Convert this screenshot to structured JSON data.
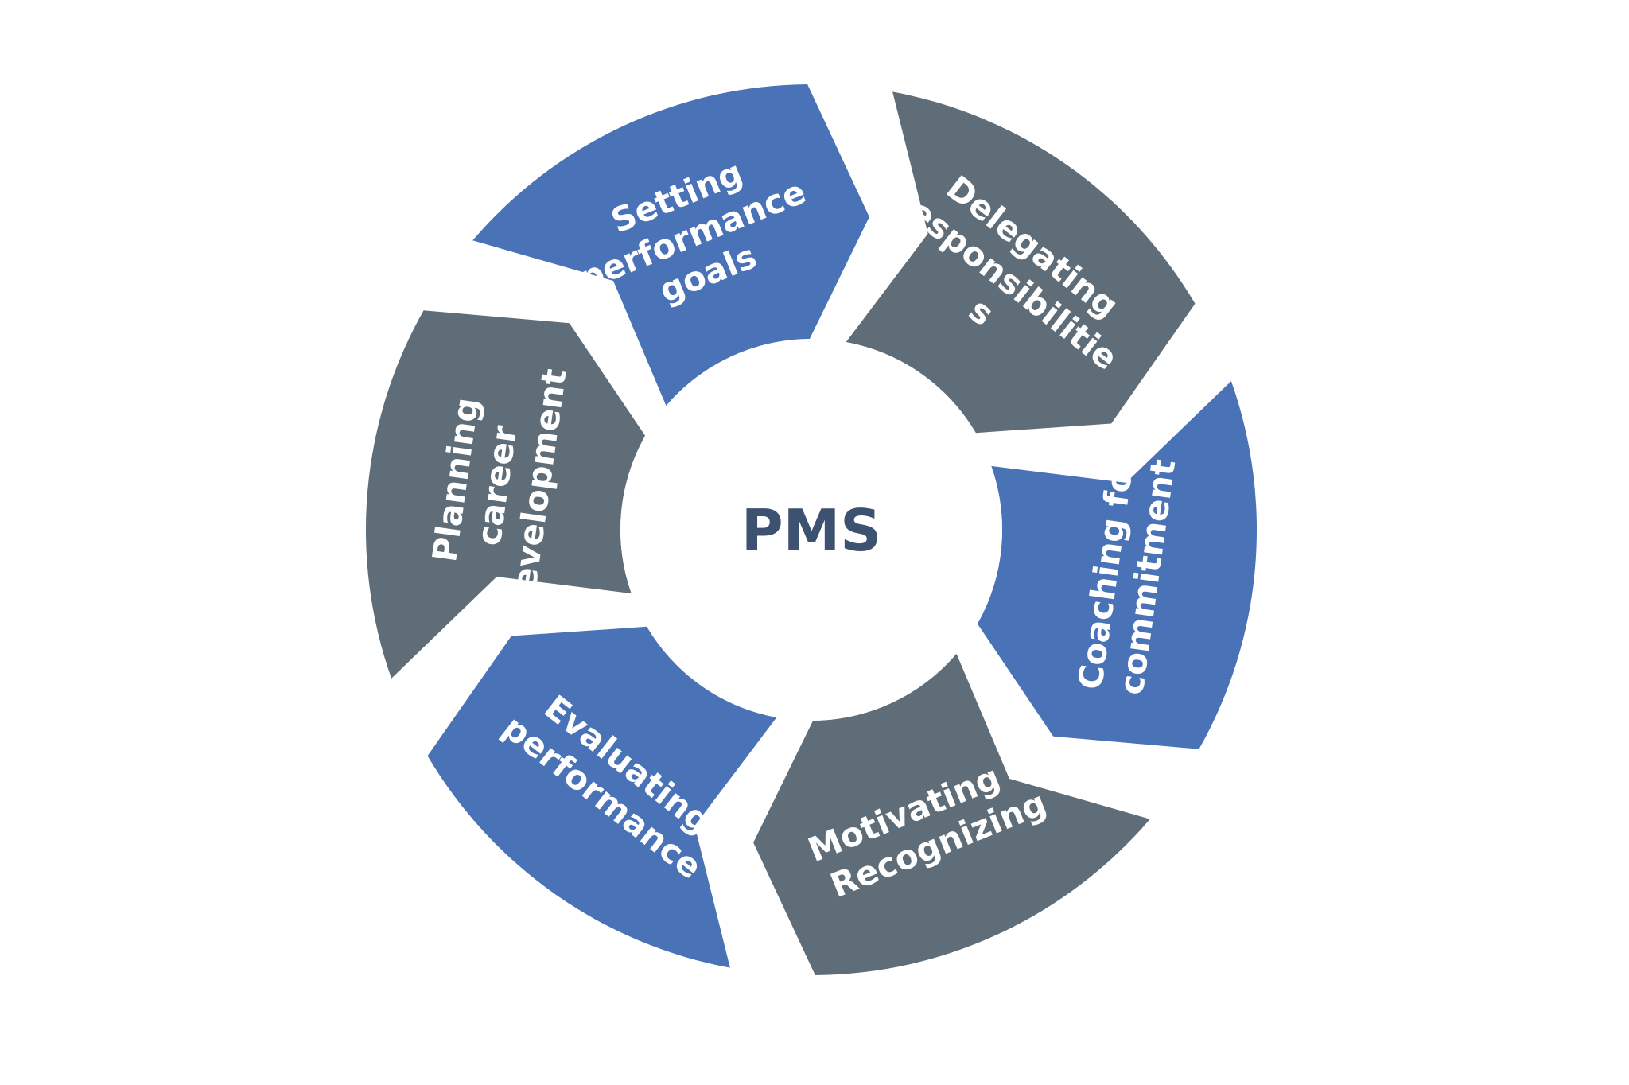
{
  "diagram": {
    "center_label": "PMS",
    "colors": {
      "blue": "#4a72b6",
      "gray": "#5f6d78",
      "center_text": "#3d5170",
      "center_fill": "#ffffff",
      "label_text": "#ffffff"
    },
    "segments": [
      {
        "id": "setting-performance-goals",
        "color": "blue",
        "lines": [
          "Setting",
          "performance",
          "goals"
        ]
      },
      {
        "id": "delegating-responsibilities",
        "color": "gray",
        "lines": [
          "Delegating",
          "responsibilitie",
          "s"
        ]
      },
      {
        "id": "coaching-for-commitment",
        "color": "blue",
        "lines": [
          "Coaching for",
          "commitment"
        ]
      },
      {
        "id": "motivating-recognizing",
        "color": "gray",
        "lines": [
          "Motivating &",
          "Recognizing"
        ]
      },
      {
        "id": "evaluating-performance",
        "color": "blue",
        "lines": [
          "Evaluating",
          "performance"
        ]
      },
      {
        "id": "planning-career-development",
        "color": "gray",
        "lines": [
          "Planning",
          "career",
          "development"
        ]
      }
    ]
  }
}
